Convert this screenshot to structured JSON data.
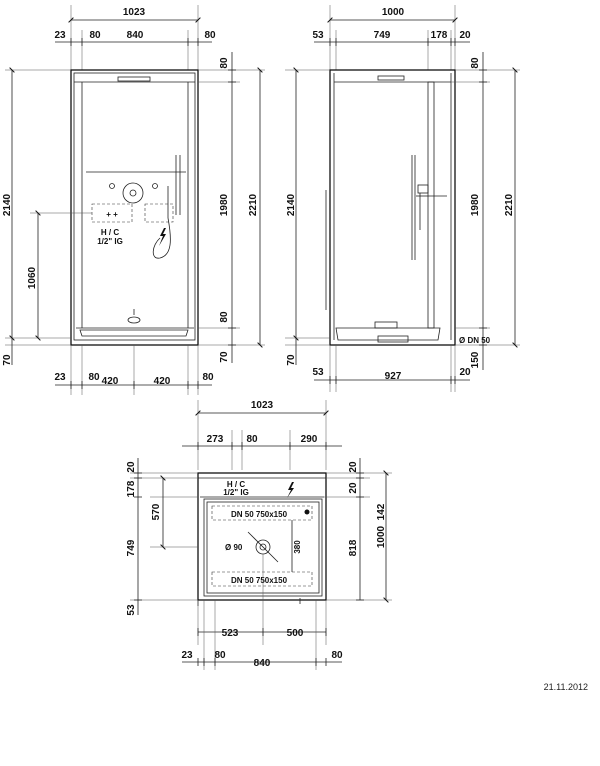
{
  "front_view": {
    "dims": {
      "top_total": "1023",
      "top_left": "23",
      "top_a": "80",
      "top_inner": "840",
      "top_right": "80",
      "right_top": "80",
      "right_inner": "1980",
      "right_total": "2210",
      "right_bottom": "80",
      "right_base": "70",
      "left_total": "2140",
      "left_mid": "1060",
      "left_base": "70",
      "bottom_left": "23",
      "bottom_a": "80",
      "bottom_b": "420",
      "bottom_c": "420",
      "bottom_right": "80"
    },
    "labels": {
      "hc": "H / C",
      "ig": "1/2\" IG",
      "plus": "+ +"
    }
  },
  "side_view": {
    "dims": {
      "top_total": "1000",
      "top_left": "53",
      "top_a": "749",
      "top_b": "178",
      "top_right": "20",
      "right_top": "80",
      "right_inner": "1980",
      "right_total": "2210",
      "right_bottom": "150",
      "left_total": "2140",
      "left_base": "70",
      "bottom_left": "53",
      "bottom_mid": "927",
      "bottom_right": "20"
    },
    "labels": {
      "drain": "Ø DN 50"
    }
  },
  "plan_view": {
    "dims": {
      "top_total": "1023",
      "top_a": "273",
      "top_b": "80",
      "top_c": "290",
      "left_top": "20",
      "left_a": "178",
      "left_b": "570",
      "left_c": "749",
      "left_d": "53",
      "right_top": "20",
      "right_a": "20",
      "right_b": "142",
      "right_c": "818",
      "right_d": "1000",
      "inner_380": "380",
      "bottom_a": "523",
      "bottom_b": "500",
      "bottom2_a": "23",
      "bottom2_b": "80",
      "bottom2_c": "840",
      "bottom2_d": "80"
    },
    "labels": {
      "hc": "H / C",
      "ig": "1/2\" IG",
      "dn_top": "DN 50   750x150",
      "dn_bottom": "DN 50   750x150",
      "diameter": "Ø 90"
    }
  },
  "footer": {
    "date": "21.11.2012"
  }
}
